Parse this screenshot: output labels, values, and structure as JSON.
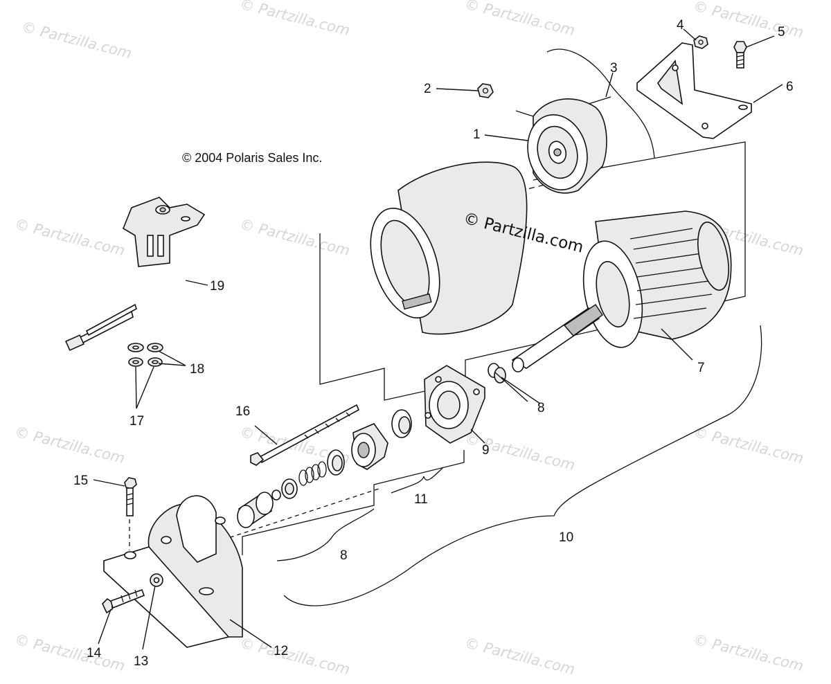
{
  "copyright": "© 2004 Polaris Sales Inc.",
  "center_watermark": "© Partzilla.com",
  "watermark": "© Partzilla.com",
  "callouts": {
    "c1": "1",
    "c2": "2",
    "c3": "3",
    "c4": "4",
    "c5": "5",
    "c6": "6",
    "c7": "7",
    "c8a": "8",
    "c8b": "8",
    "c9": "9",
    "c10": "10",
    "c11": "11",
    "c12": "12",
    "c13": "13",
    "c14": "14",
    "c15": "15",
    "c16": "16",
    "c17": "17",
    "c18": "18",
    "c19": "19"
  }
}
